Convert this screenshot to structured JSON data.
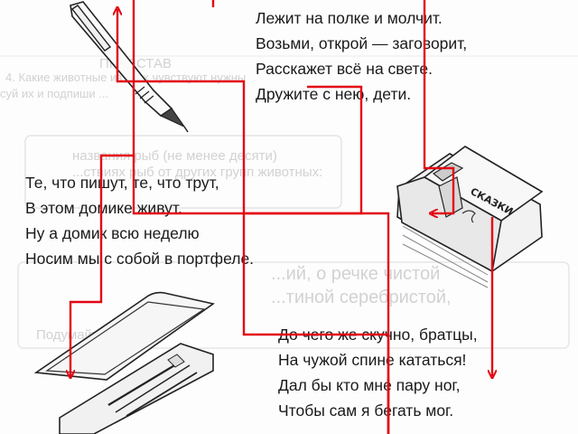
{
  "riddles": [
    {
      "lines": [
        "Лежит на полке и молчит.",
        "Возьми, открой — заговорит,",
        "Расскажет всё на свете.",
        "Дружите с нею, дети."
      ]
    },
    {
      "lines": [
        "Те, что пишут, те, что трут,",
        "В этом домике живут.",
        "Ну а домик всю неделю",
        "Носим мы с собой в портфеле."
      ]
    },
    {
      "lines": [
        "До чего же скучно, братцы,",
        "На чужой спине кататься!",
        "Дал бы кто мне пару ног,",
        "Чтобы сам я бегать мог."
      ]
    }
  ],
  "background_text": [
    "ПРЕДСТАВ",
    "4. Какие животные из этих чувствуют нужны",
    "суй их и подпиши  ...",
    "названия рыб (не менее десяти)",
    "...ствиях рыб от других групп животных:",
    "...ий, о речке чистой",
    "...тиной серебристой,",
    "Подумайте, что ..."
  ],
  "book_title": "СКАЗКИ",
  "colors": {
    "arrow": "#e30613",
    "ink": "#1a1a1a",
    "ghost_text": "#d2d2d2"
  },
  "icons": [
    "pen-icon",
    "book-icon",
    "pencil-case-icon"
  ]
}
